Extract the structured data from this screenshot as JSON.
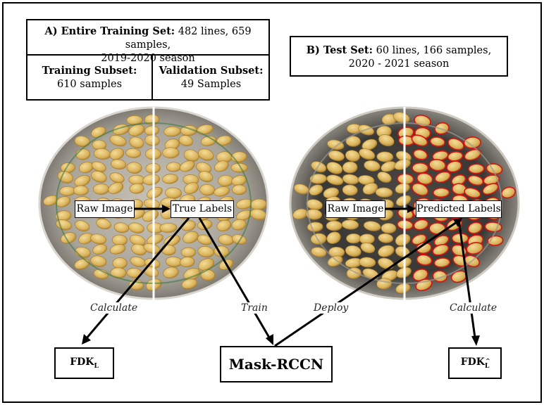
{
  "training_set": {
    "title": "A) Entire Training Set:",
    "line1": "482 lines, 659 samples,",
    "line2": "2019-2020 season",
    "training_subset": {
      "title": "Training Subset:",
      "value": "610 samples"
    },
    "validation_subset": {
      "title": "Validation Subset:",
      "value": "49 Samples"
    }
  },
  "test_set": {
    "title": "B) Test Set:",
    "line1": "60 lines, 166 samples,",
    "line2": "2020 - 2021 season"
  },
  "left_photo": {
    "raw_label": "Raw Image",
    "labeled_label": "True Labels"
  },
  "right_photo": {
    "raw_label": "Raw Image",
    "labeled_label": "Predicted Labels"
  },
  "edges": {
    "calculate_left": "Calculate",
    "train": "Train",
    "deploy": "Deploy",
    "calculate_right": "Calculate"
  },
  "outputs": {
    "fdk_left": {
      "main": "FDK",
      "sub": "L"
    },
    "model": "Mask-RCCN",
    "fdk_right": {
      "main": "FDK",
      "sub": "L",
      "accent": "^"
    }
  },
  "colors": {
    "kernel": "#d9b25a",
    "kernel_dark": "#a77c2e",
    "predicted_outline": "#d21414",
    "true_outline": "#2f6f3a"
  }
}
